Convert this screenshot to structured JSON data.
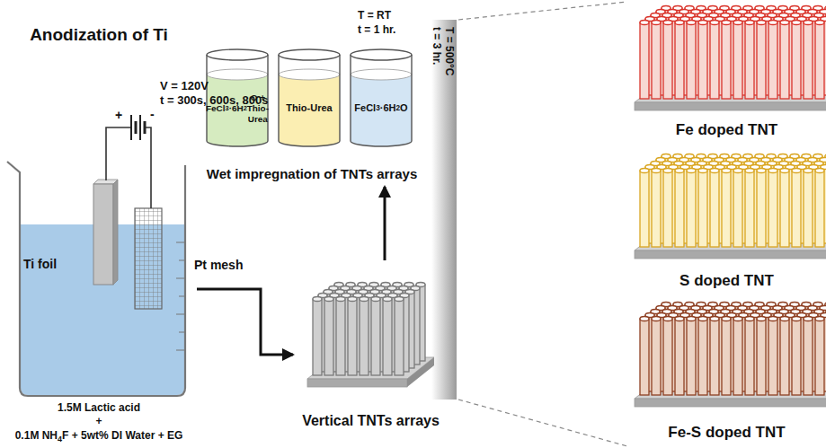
{
  "diagram": {
    "nodes": [
      {
        "text": [
          "Anodization of Ti"
        ]
      },
      {
        "text": [
          "Vertical TNTs arrays"
        ]
      },
      {
        "text": [
          "Wet impregnation of TNTs arrays"
        ]
      },
      {
        "text": [
          "FeCl3·6H2O + Thio-Urea"
        ],
        "in": 2
      },
      {
        "text": [
          "Thio-Urea"
        ],
        "in": 2
      },
      {
        "text": [
          "FeCl3·6H2O"
        ],
        "in": 2
      },
      {
        "text": [
          "Fe doped TNT"
        ]
      },
      {
        "text": [
          "S doped TNT"
        ]
      },
      {
        "text": [
          "Fe-S doped TNT"
        ]
      }
    ],
    "edges": [
      {
        "from": 0,
        "to": 1,
        "arrow": "to"
      },
      {
        "from": 1,
        "to": 2,
        "arrow": "to"
      }
    ],
    "labels": [
      "V = 120V",
      "t = 300s, 600s, 800s",
      "+",
      "-",
      "Ti foil",
      "Pt mesh",
      "1.5M Lactic acid",
      "+",
      "0.1M NH4F + 5wt% DI Water + EG",
      "T = RT",
      "t = 1 hr.",
      "T = 500°C",
      "t = 3 hr."
    ]
  }
}
